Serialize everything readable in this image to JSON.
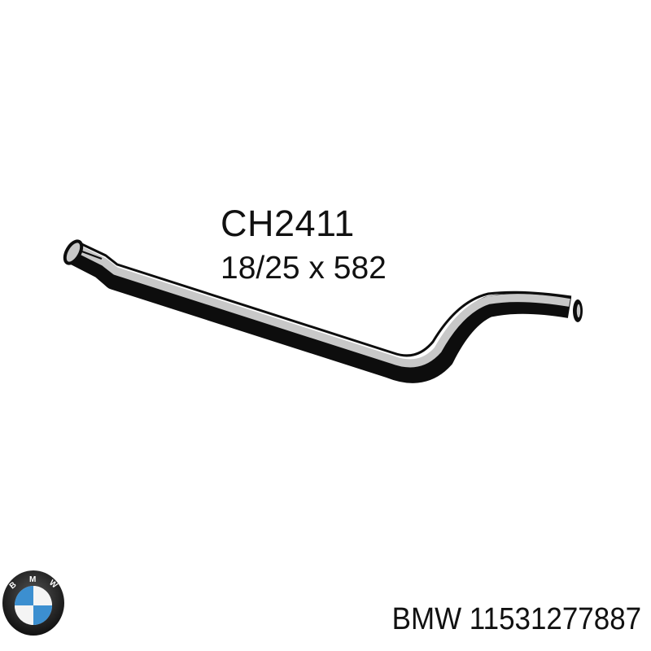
{
  "product": {
    "part_code": "CH2411",
    "dimensions": "18/25 x 582",
    "brand": "BMW",
    "oem_number": "11531277887",
    "oem_label": "BMW 11531277887"
  },
  "logo": {
    "letters": [
      "B",
      "M",
      "W"
    ],
    "colors": {
      "blue": "#3c8fd0",
      "white": "#f4f4f4",
      "ring": "#1a1a1a"
    }
  },
  "illustration": {
    "subject": "coolant-hose",
    "colors": {
      "outline": "#0d0d0d",
      "fill": "#c8c8c8"
    }
  }
}
